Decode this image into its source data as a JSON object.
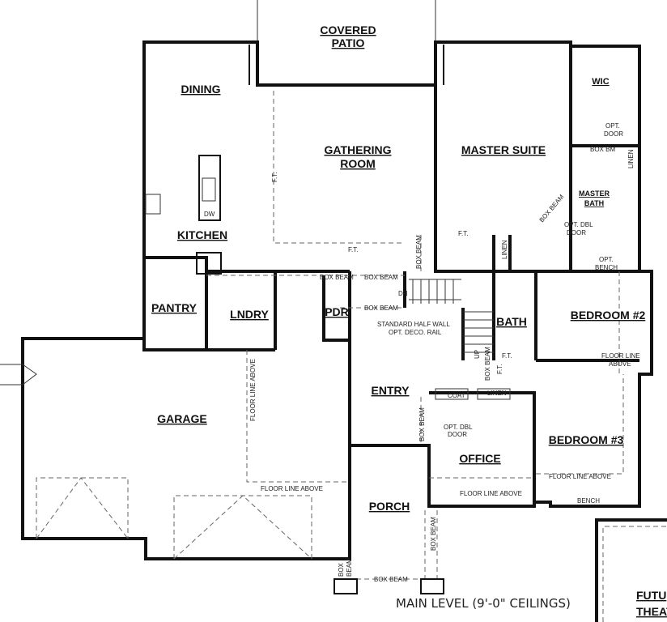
{
  "plan": {
    "caption": "MAIN LEVEL (9'-0\" CEILINGS)",
    "rooms": {
      "covered_patio": [
        "COVERED",
        "PATIO"
      ],
      "dining": "DINING",
      "gathering_room": [
        "GATHERING",
        "ROOM"
      ],
      "master_suite": "MASTER SUITE",
      "wic": "WIC",
      "master_bath": [
        "MASTER",
        "BATH"
      ],
      "kitchen": "KITCHEN",
      "pantry": "PANTRY",
      "lndry": "LNDRY",
      "pdr": "PDR",
      "bath": "BATH",
      "bedroom2": "BEDROOM #2",
      "garage": "GARAGE",
      "entry": "ENTRY",
      "office": "OFFICE",
      "bedroom3": "BEDROOM #3",
      "porch": "PORCH",
      "future_theater": [
        "FUTU",
        "THEAT"
      ]
    },
    "notes": {
      "ft": "F.T.",
      "box_beam": "BOX BEAM",
      "box": "BOX",
      "beam": "BEAM",
      "box_bm": "BOX BM",
      "opt_door": [
        "OPT.",
        "DOOR"
      ],
      "opt_dbl_door": [
        "OPT. DBL",
        "DOOR"
      ],
      "opt_bench": [
        "OPT.",
        "BENCH"
      ],
      "linen": "LINEN",
      "coat": "COAT",
      "dw": "DW",
      "dn": "DN",
      "up": "UP",
      "half_wall": [
        "STANDARD HALF WALL",
        "OPT. DECO. RAIL"
      ],
      "floor_line_above": "FLOOR LINE ABOVE",
      "floor_line_above_2": [
        "FLOOR LINE",
        "ABOVE"
      ],
      "bench": "BENCH"
    }
  }
}
